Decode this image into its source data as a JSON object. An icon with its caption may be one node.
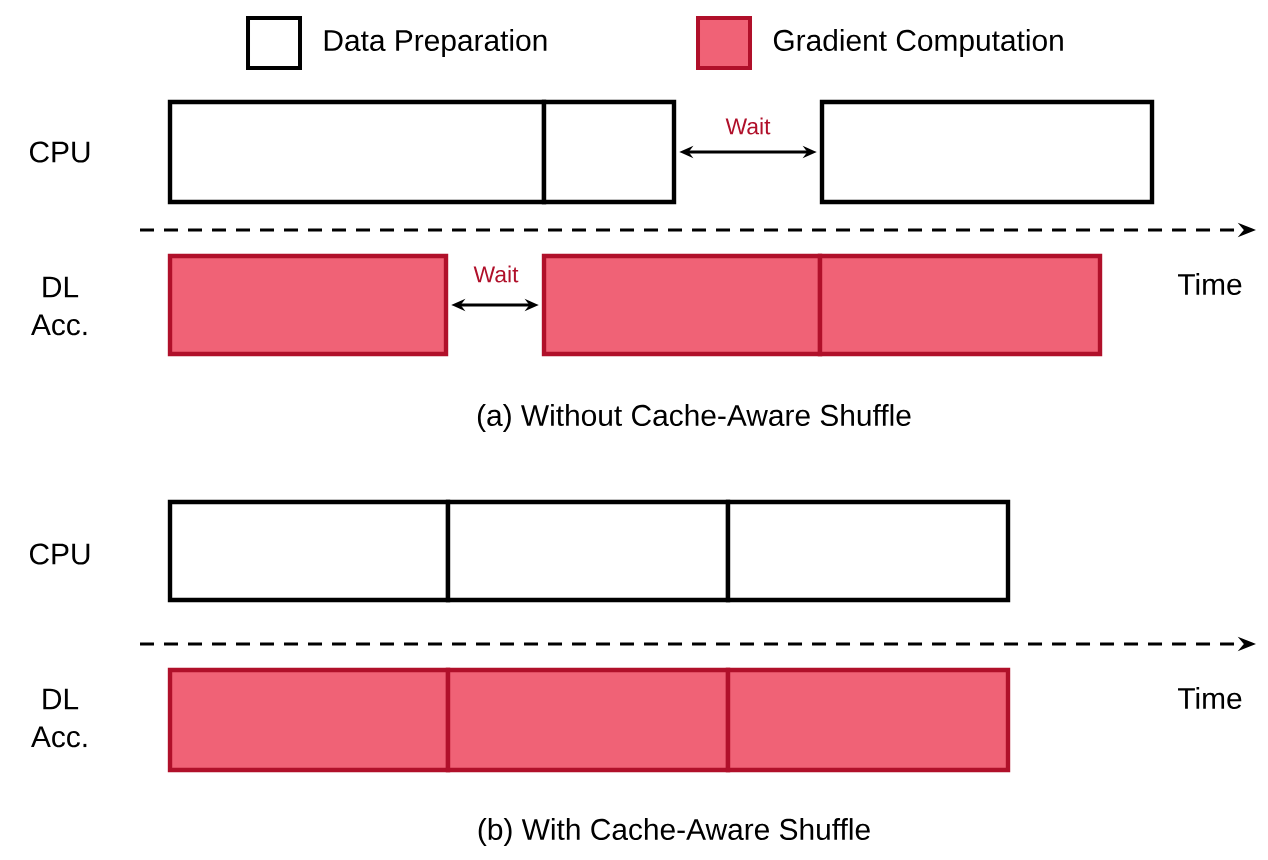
{
  "diagram": {
    "nodes": [
      {
        "text": [],
        "shape": "box"
      },
      {
        "text": [],
        "shape": "box"
      },
      {
        "text": [],
        "shape": "box"
      },
      {
        "text": [],
        "shape": "box"
      },
      {
        "text": [],
        "shape": "box"
      },
      {
        "text": [],
        "shape": "box"
      },
      {
        "text": [],
        "shape": "box"
      },
      {
        "text": [],
        "shape": "box"
      },
      {
        "text": [],
        "shape": "box"
      },
      {
        "text": [],
        "shape": "box"
      },
      {
        "text": [],
        "shape": "box"
      },
      {
        "text": [],
        "shape": "box"
      }
    ],
    "edges": [
      {
        "from": 1,
        "to": 2,
        "arrow": "both",
        "label": "Wait"
      },
      {
        "from": 3,
        "to": 4,
        "arrow": "both",
        "label": "Wait"
      }
    ],
    "labels": [
      "CPU",
      "DL Acc.",
      "Time",
      "(a) Without Cache-Aware Shuffle",
      "CPU",
      "DL Acc.",
      "Time",
      "(b) With Cache-Aware Shuffle"
    ],
    "legend": [
      {
        "text": "Data Preparation"
      },
      {
        "text": "Gradient Computation",
        "color": "#f06276"
      }
    ]
  }
}
